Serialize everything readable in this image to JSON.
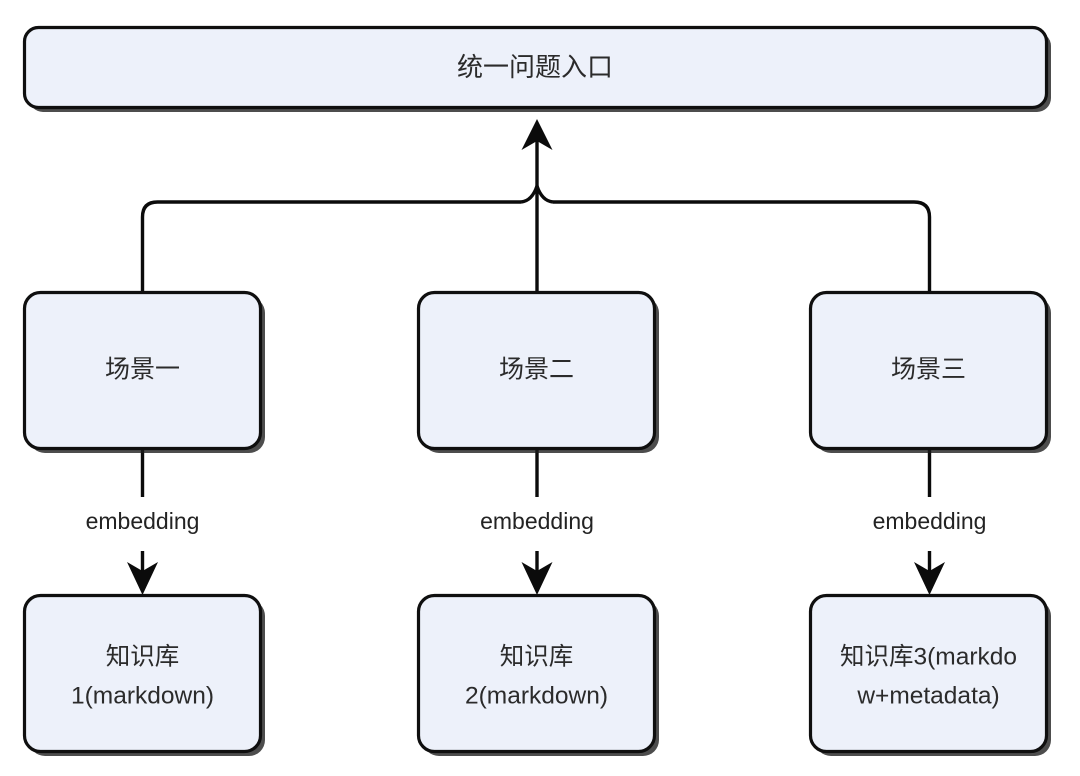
{
  "diagram": {
    "type": "flowchart",
    "direction": "bottom-up-merge",
    "title_text": "统一问题入口",
    "background_color": "#ffffff",
    "node_fill_color": "#edf1fa",
    "node_stroke_color": "#0f0f0f",
    "edge_color": "#0b0b0b",
    "text_color": "#2b2b2b"
  },
  "entry": {
    "label": "统一问题入口"
  },
  "scenes": [
    {
      "id": "scene-1",
      "label": "场景一"
    },
    {
      "id": "scene-2",
      "label": "场景二"
    },
    {
      "id": "scene-3",
      "label": "场景三"
    }
  ],
  "edges": [
    {
      "id": "edge-scene1-kb1",
      "label": "embedding",
      "from": "scene-1",
      "to": "kb-1"
    },
    {
      "id": "edge-scene2-kb2",
      "label": "embedding",
      "from": "scene-2",
      "to": "kb-2"
    },
    {
      "id": "edge-scene3-kb3",
      "label": "embedding",
      "from": "scene-3",
      "to": "kb-3"
    }
  ],
  "knowledge_bases": [
    {
      "id": "kb-1",
      "full_label": "知识库1(markdown)",
      "line1": "知识库",
      "line2": "1(markdown)"
    },
    {
      "id": "kb-2",
      "full_label": "知识库2(markdown)",
      "line1": "知识库",
      "line2": "2(markdown)"
    },
    {
      "id": "kb-3",
      "full_label": "知识库3(markdown+metadata)",
      "line1": "知识库3(markdo",
      "line2": "w+metadata)"
    }
  ]
}
